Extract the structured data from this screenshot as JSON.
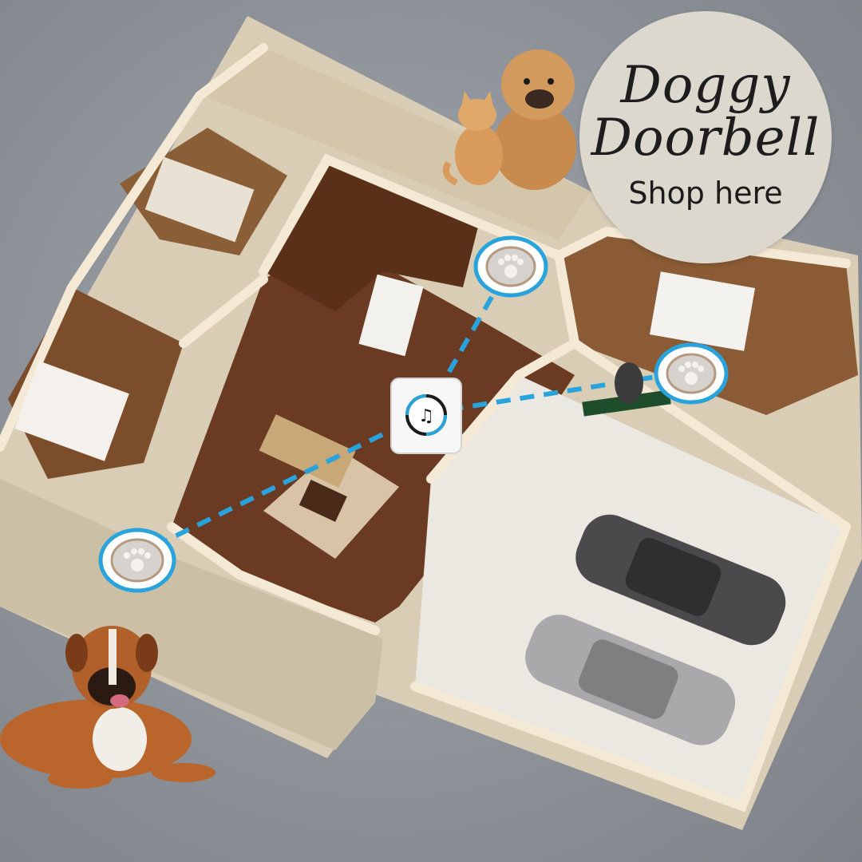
{
  "badge": {
    "title_line1": "Doggy",
    "title_line2": "Doorbell",
    "cta": "Shop here"
  },
  "colors": {
    "accent_link": "#29a3dc",
    "badge_bg": "#dcd8ce",
    "floor_wood": "#6a3a22",
    "wall": "#efe3cc"
  },
  "icons": {
    "receiver": "music-note-icon",
    "paw_button": "paw-icon"
  }
}
